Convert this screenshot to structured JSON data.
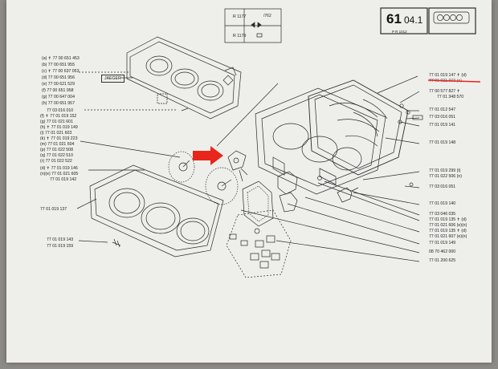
{
  "header": {
    "ref1": "R 1177",
    "ref2": "R 1179",
    "code1": "/762",
    "section_main": "61",
    "section_sub": "04.1",
    "page_ref": "P R 1012"
  },
  "upper_left_labels": [
    "(a) ✝ 77 00 651 453",
    "(b) 77 00 651 955",
    "(c) ✝ 77 00 637 053",
    "(d) 77 00 651 956",
    "(e) 77 00 621 529",
    "(f) 77 00 651 958",
    "(g) 77 00 647 004",
    "(h) 77 00 651 957"
  ],
  "upper_left_box": "JAEGER",
  "upper_left_part": "77 03 016 010",
  "left_labels": [
    "(f) ✝ 77 01 019 152",
    "(g) 77 01 021 601",
    "(h) ✝ 77 01 019 149",
    "(i) 77 01 021 603",
    "(k) ✝ 77 01 019 223",
    "(m) 77 01 021 604",
    "(p) 77 01 022 508",
    "(q) 77 01 022 510",
    "(r) 77 01 022 522"
  ],
  "left_labels_2": [
    "(d) ✝ 77 01 019 146",
    "(n)(e) 77 01 021 605",
    "77 01 019 142"
  ],
  "left_bottom_labels": [
    "77 01 019 137",
    "77 01 019 143",
    "77 01 019 159"
  ],
  "right_labels": [
    "77 01 019 147 ✝ (d)",
    "77 01 021 603 (n)",
    "77 00 577 827 ✝",
    "77 01 348 570",
    "77 01 012 547",
    "77 03 016 051",
    "77 01 019 141",
    "77 01 019 148",
    "77 01 019 299 (t)",
    "77 01 022 506 (n)",
    "77 03 016 051",
    "77 01 019 140",
    "77 03 046 035",
    "77 01 019 135 ✝ (d)",
    "77 01 021 606 (e)(n)",
    "77 01 019 135 ✝ (d)",
    "77 01 021 607 (e)(n)",
    "77 01 019 149",
    "08 70 462 000",
    "77 01 200 625"
  ],
  "colors": {
    "paper": "#eeeeeb",
    "ink": "#222222",
    "arrow": "#e8261c",
    "background": "#8d8b88"
  }
}
